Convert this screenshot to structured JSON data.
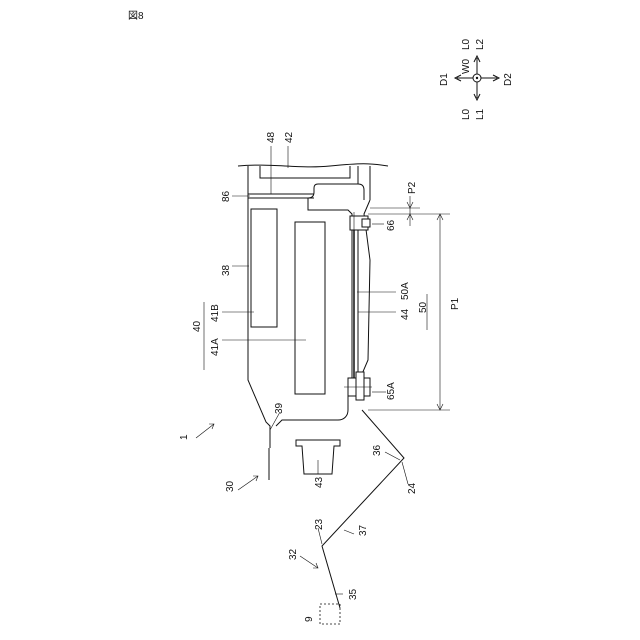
{
  "figure_title": "図8",
  "direction_labels": {
    "top_a": "L0",
    "top_b": "L2",
    "bottom_a": "L0",
    "bottom_b": "L1",
    "left": "D1",
    "right": "D2",
    "center": "W0"
  },
  "ref_labels": {
    "r48": "48",
    "r42": "42",
    "r86": "86",
    "rP2": "P2",
    "r66": "66",
    "r38": "38",
    "r50A": "50A",
    "r44": "44",
    "r50": "50",
    "r40": "40",
    "r41B": "41B",
    "r41A": "41A",
    "rP1": "P1",
    "r65A": "65A",
    "r39": "39",
    "r1": "1",
    "r36": "36",
    "r30": "30",
    "r43": "43",
    "r24": "24",
    "r23": "23",
    "r37": "37",
    "r32": "32",
    "r35": "35",
    "r9": "9"
  }
}
